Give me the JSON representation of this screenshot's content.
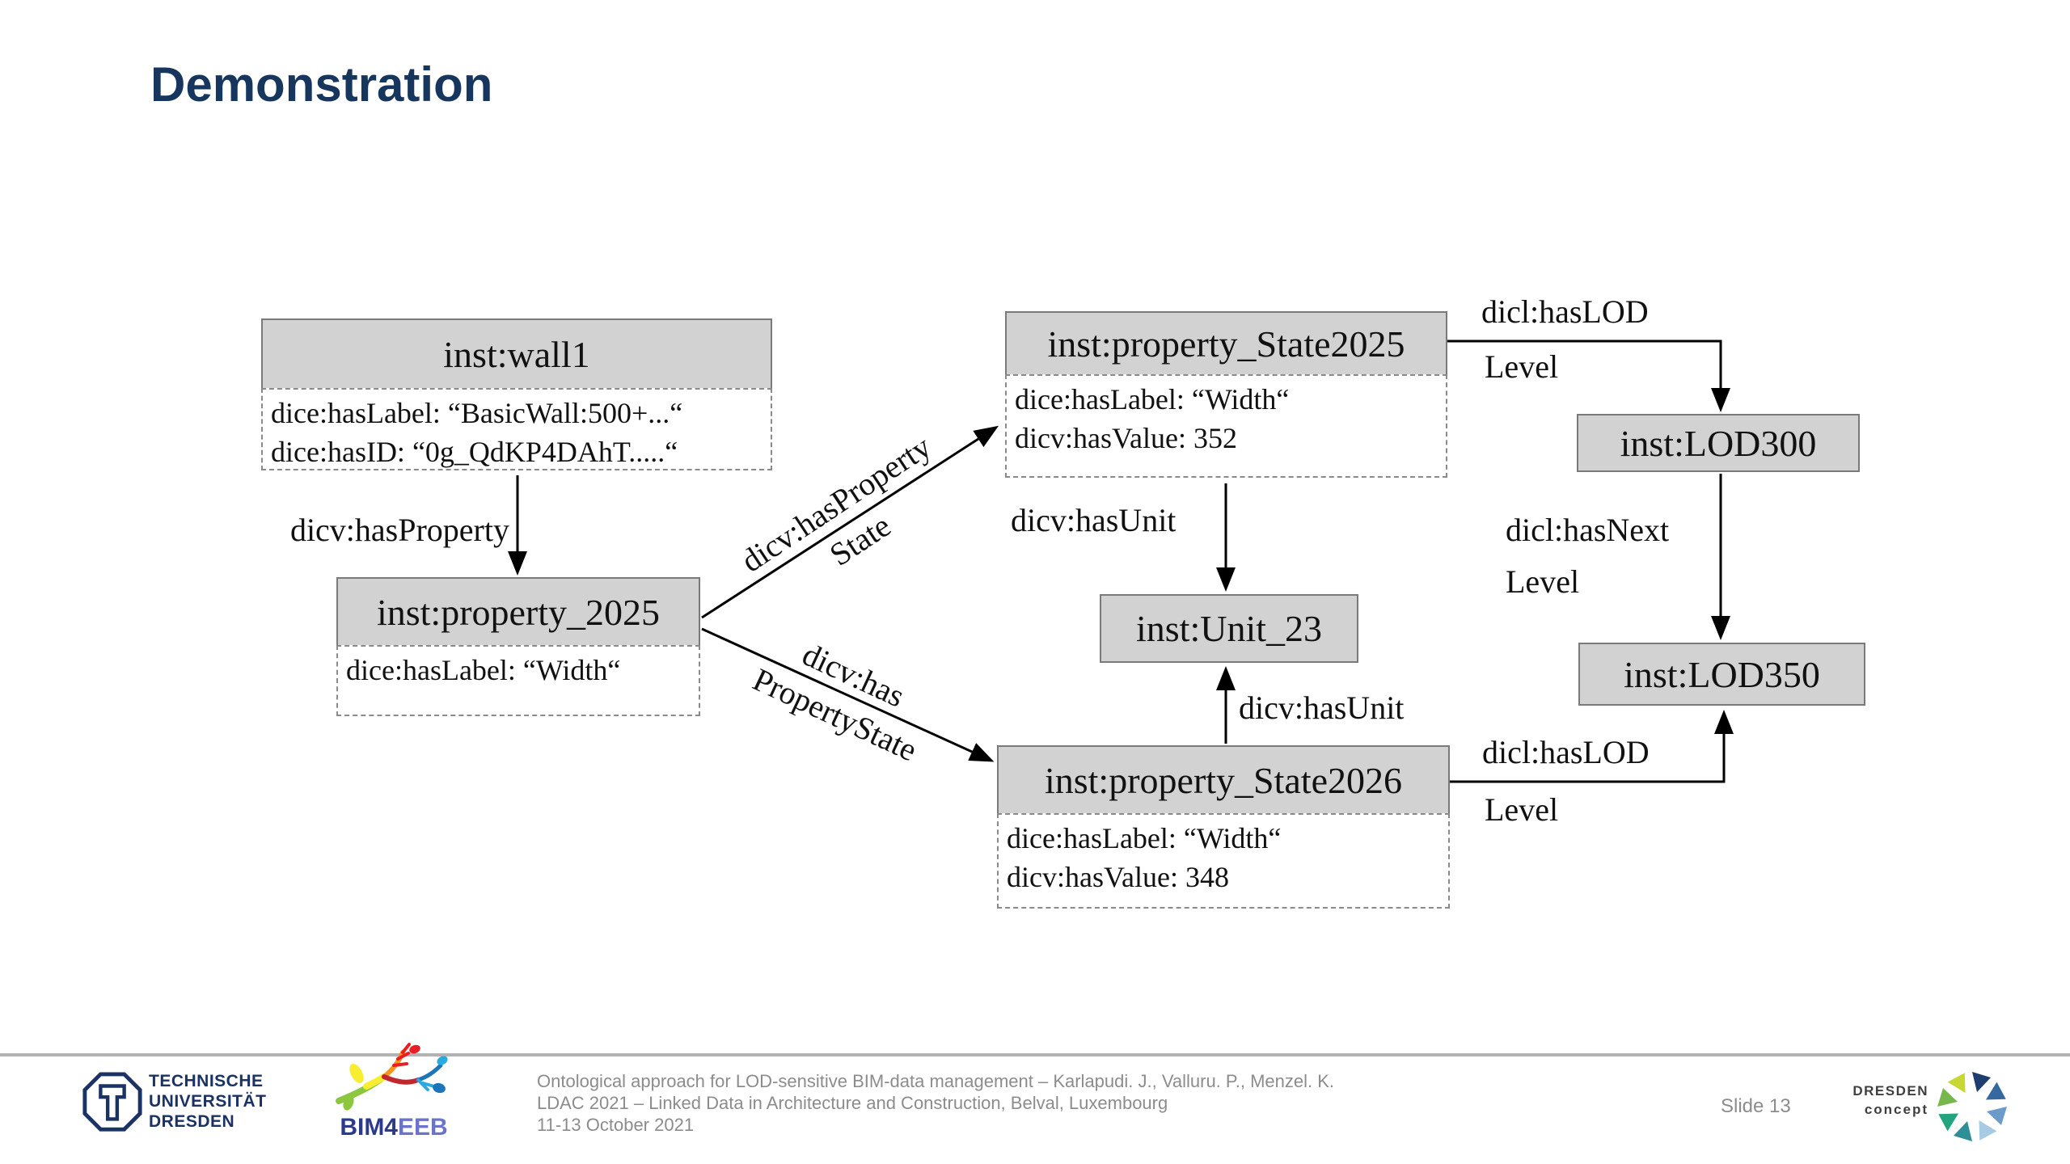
{
  "title": "Demonstration",
  "colors": {
    "title_navy": "#17365D",
    "node_fill": "#D2D2D2",
    "node_border": "#7A7A7A",
    "connector": "#000000",
    "footer_gray": "#8C8C8C",
    "divider_gray": "#B3B3B3",
    "tud_navy": "#1A3264",
    "bim4_dark": "#2D3A8C",
    "bim4_light": "#6B74C9"
  },
  "diagram": {
    "nodes": {
      "wall1": {
        "title": "inst:wall1",
        "attrs": [
          "dice:hasLabel: “BasicWall:500+...“",
          "dice:hasID: “0g_QdKP4DAhT.....“"
        ]
      },
      "property2025": {
        "title": "inst:property_2025",
        "attrs": [
          "dice:hasLabel: “Width“"
        ]
      },
      "state2025": {
        "title": "inst:property_State2025",
        "attrs": [
          "dice:hasLabel: “Width“",
          "dicv:hasValue: 352"
        ]
      },
      "state2026": {
        "title": "inst:property_State2026",
        "attrs": [
          "dice:hasLabel: “Width“",
          "dicv:hasValue: 348"
        ]
      },
      "unit23": {
        "title": "inst:Unit_23"
      },
      "lod300": {
        "title": "inst:LOD300"
      },
      "lod350": {
        "title": "inst:LOD350"
      }
    },
    "edges": {
      "hasProperty": "dicv:hasProperty",
      "hasPropertyStateUpper": "dicv:hasProperty\nState",
      "hasPropertyStateLower": "dicv:has\nPropertyState",
      "hasUnitUpper": "dicv:hasUnit",
      "hasUnitLower": "dicv:hasUnit",
      "hasLodTop": "dicl:hasLOD",
      "hasLodTopLevel": "Level",
      "hasNextLevel": "dicl:hasNext\nLevel",
      "hasLodBottom": "dicl:hasLOD",
      "hasLodBottomLevel": "Level"
    }
  },
  "footer": {
    "tud": {
      "line1": "TECHNISCHE",
      "line2": "UNIVERSITÄT",
      "line3": "DRESDEN"
    },
    "bim4eeb": {
      "part1": "BIM4",
      "part2": "EEB"
    },
    "citation": {
      "line1": "Ontological approach for LOD-sensitive BIM-data management – Karlapudi. J., Valluru. P., Menzel. K.",
      "line2": "LDAC 2021 – Linked Data in Architecture and Construction, Belval, Luxembourg",
      "line3": "11-13 October 2021"
    },
    "slide_number": "Slide 13",
    "dresden_concept": {
      "line1": "DRESDEN",
      "line2": "concept"
    }
  }
}
